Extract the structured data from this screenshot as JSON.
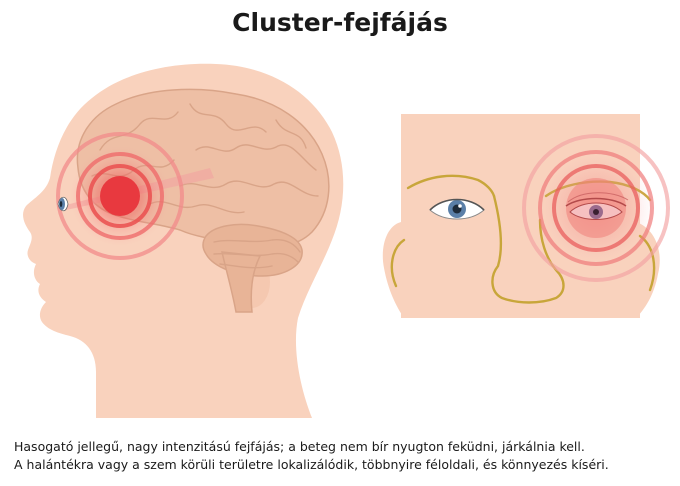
{
  "title": "Cluster-fejfájás",
  "caption": {
    "line1": "Hasogató jellegű, nagy intenzitású fejfájás; a beteg nem bír nyugton feküdni, járkálnia kell.",
    "line2": "A halántékra vagy a szem körüli területre lokalizálódik, többnyire féloldali, és könnyezés kíséri."
  },
  "colors": {
    "skin": "#f9d2bd",
    "skin_dark": "#f2bfa5",
    "brain": "#eebfa5",
    "brain_line": "#d9a488",
    "pain_red": "#e8393f",
    "pain_ring": "#f28b8b",
    "contour": "#c8a63a",
    "iris": "#5a7fa8"
  }
}
